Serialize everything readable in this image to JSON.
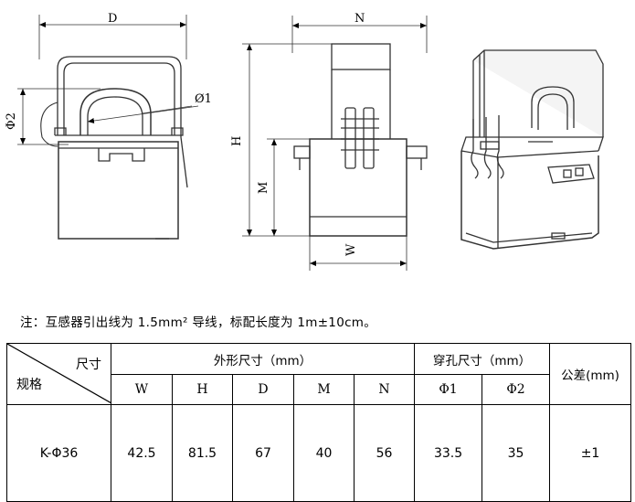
{
  "diagram": {
    "front_view": {
      "width_label": "D",
      "phi1_label": "Ø1",
      "phi2_label": "Φ2"
    },
    "side_view": {
      "width_label": "N",
      "height_label": "H",
      "m_label": "M",
      "w_label": "W"
    }
  },
  "note": "注：互感器引出线为 1.5mm² 导线，标配长度为 1m±10cm。",
  "table": {
    "corner_top": "尺寸",
    "corner_bottom": "规格",
    "group_outer": "外形尺寸（mm）",
    "group_hole": "穿孔尺寸（mm）",
    "tolerance_header": "公差(mm)",
    "columns": [
      "W",
      "H",
      "D",
      "M",
      "N",
      "Φ1",
      "Φ2"
    ],
    "rows": [
      {
        "model": "K-Φ36",
        "values": [
          "42.5",
          "81.5",
          "67",
          "40",
          "56",
          "33.5",
          "35"
        ],
        "tolerance": "±1"
      }
    ]
  }
}
